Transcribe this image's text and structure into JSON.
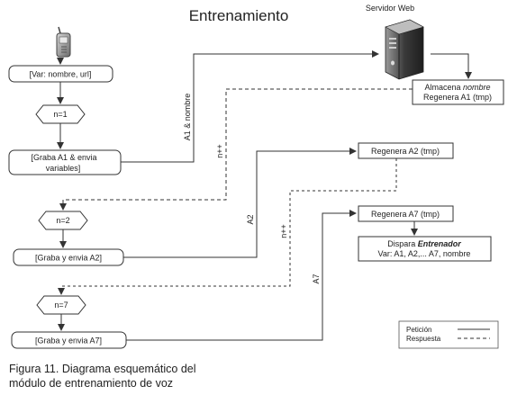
{
  "title": "Entrenamiento",
  "server_label": "Servidor Web",
  "nodes": {
    "var_box": "[Var: nombre, url]",
    "n1": "n=1",
    "graba_a1_line1": "[Graba A1 & envia",
    "graba_a1_line2": "variables]",
    "n2": "n=2",
    "graba_a2": "[Graba y envia A2]",
    "n7": "n=7",
    "graba_a7": "[Graba y envia A7]"
  },
  "server_boxes": {
    "almacena_prefix": "Almacena",
    "almacena_italic": "nombre",
    "regenera_a1": "Regenera A1 (tmp)",
    "regenera_a2": "Regenera A2 (tmp)",
    "regenera_a7": "Regenera A7 (tmp)",
    "dispara_prefix": "Dispara",
    "dispara_italic": "Entrenador",
    "dispara_line2": "Var: A1, A2,...  A7, nombre"
  },
  "edge_labels": {
    "a1_nombre": "A1 & nombre",
    "n_pp_1": "n++",
    "a2": "A2",
    "n_pp_2": "n++",
    "a7": "A7"
  },
  "legend": {
    "peticion": "Petición",
    "respuesta": "Respuesta"
  },
  "caption": {
    "line1": "Figura 11. Diagrama esquemático del",
    "line2": "módulo de entrenamiento de voz"
  },
  "colors": {
    "line": "#333333",
    "server_body": "#3a3a3a",
    "phone": "#555555"
  }
}
